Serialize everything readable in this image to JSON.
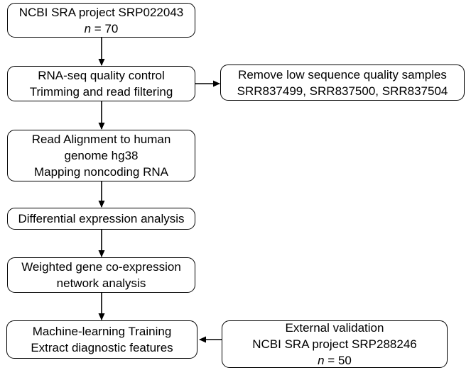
{
  "flowchart": {
    "description": "Bioinformatics analysis workflow flowchart",
    "colors": {
      "background": "#ffffff",
      "box_border": "#000000",
      "text": "#000000",
      "arrow": "#000000"
    },
    "boxes": {
      "project": {
        "line1": "NCBI SRA project SRP022043",
        "n_italic": "n",
        "n_rest": " = 70"
      },
      "qc": {
        "line1": "RNA-seq quality control",
        "line2": "Trimming and read filtering"
      },
      "remove": {
        "line1": "Remove low sequence quality samples",
        "line2": "SRR837499, SRR837500, SRR837504"
      },
      "alignment": {
        "line1": "Read Alignment to human",
        "line2": "genome hg38",
        "line3": "Mapping noncoding RNA"
      },
      "dea": {
        "line1": "Differential expression analysis"
      },
      "wgcna": {
        "line1": "Weighted gene co-expression",
        "line2": "network analysis"
      },
      "ml": {
        "line1": "Machine-learning Training",
        "line2": "Extract diagnostic features"
      },
      "validation": {
        "line1": "External validation",
        "line2": "NCBI SRA project SRP288246",
        "n_italic": "n",
        "n_rest": " = 50"
      }
    },
    "edges": [
      {
        "from": "project",
        "to": "qc"
      },
      {
        "from": "qc",
        "to": "remove"
      },
      {
        "from": "qc",
        "to": "alignment"
      },
      {
        "from": "alignment",
        "to": "dea"
      },
      {
        "from": "dea",
        "to": "wgcna"
      },
      {
        "from": "wgcna",
        "to": "ml"
      },
      {
        "from": "validation",
        "to": "ml"
      }
    ]
  }
}
